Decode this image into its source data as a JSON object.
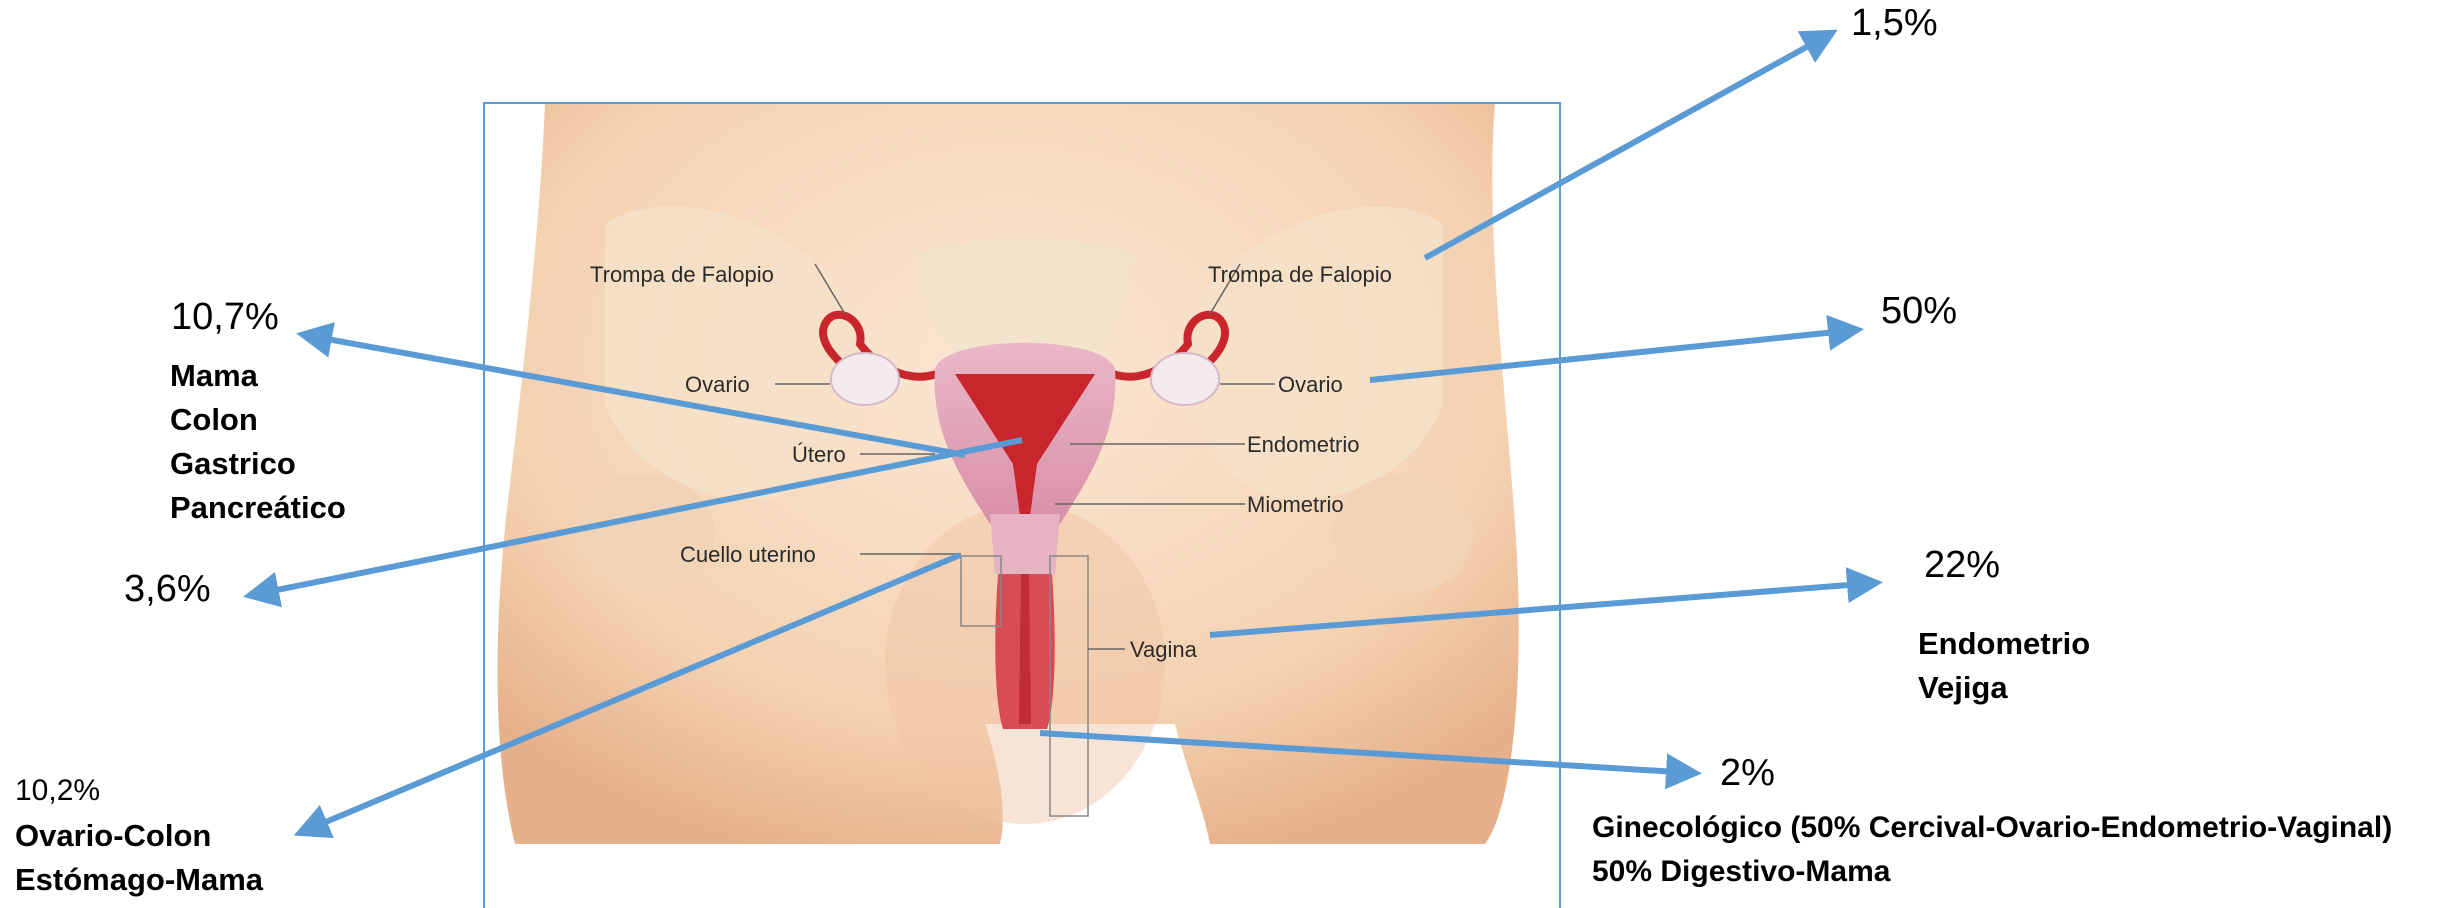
{
  "anatomy_labels": {
    "fallopian_left": "Trompa de Falopio",
    "fallopian_right": "Trompa de Falopio",
    "ovary_left": "Ovario",
    "ovary_right": "Ovario",
    "uterus": "Útero",
    "endometrium": "Endometrio",
    "myometrium": "Miometrio",
    "cervix": "Cuello uterino",
    "vagina": "Vagina"
  },
  "callouts": {
    "fallopian": {
      "pct": "1,5%"
    },
    "ovary": {
      "pct": "50%"
    },
    "uterus": {
      "pct": "10,7%",
      "lines": [
        "Mama",
        "Colon",
        "Gastrico",
        "Pancreático"
      ]
    },
    "endometrium": {
      "pct": "3,6%"
    },
    "cervix": {
      "pct": "10,2%",
      "lines": [
        "Ovario-Colon",
        "Estómago-Mama"
      ]
    },
    "vagina": {
      "pct": "22%",
      "lines": [
        "Endometrio",
        "Vejiga"
      ]
    },
    "vulva": {
      "pct": "2%",
      "lines": [
        "Ginecológico (50% Cercival-Ovario-Endometrio-Vaginal)",
        "50% Digestivo-Mama"
      ]
    }
  },
  "colors": {
    "arrow": "#5b9bd5",
    "frame": "#5b9bd5",
    "skin": "#f7dcc3",
    "skin_shadow": "#eab995",
    "organ_red": "#c8262c",
    "organ_pink": "#e7aabf"
  }
}
